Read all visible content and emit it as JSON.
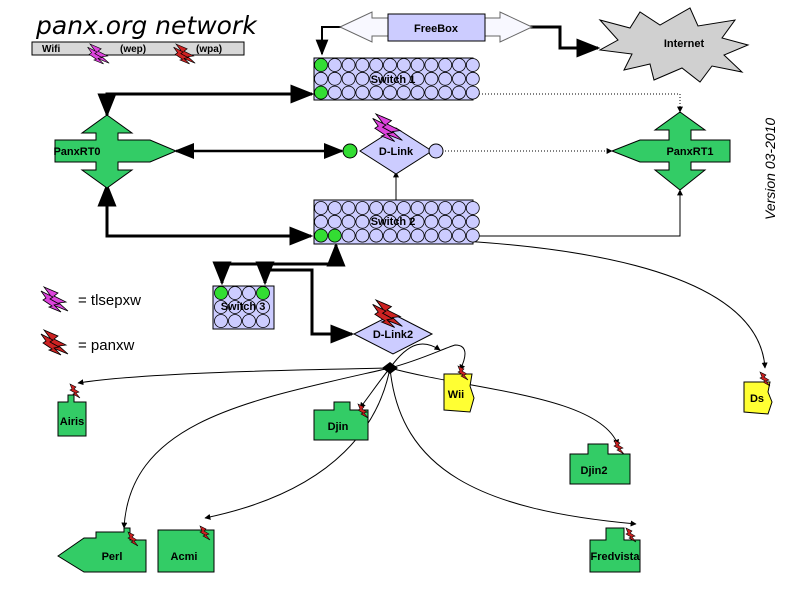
{
  "title": "panx.org network",
  "version": "Version 03-2010",
  "key": {
    "wifi": "Wifi",
    "wep": "(wep)",
    "wpa": "(wpa)"
  },
  "legend": {
    "tlsepxw": "= tlsepxw",
    "panxw": "= panxw"
  },
  "nodes": {
    "freebox": "FreeBox",
    "internet": "Internet",
    "switch1": "Switch 1",
    "switch2": "Switch 2",
    "switch3": "Switch 3",
    "panxrt0": "PanxRT0",
    "panxrt1": "PanxRT1",
    "dlink": "D-Link",
    "dlink2": "D-Link2",
    "airis": "Airis",
    "djin": "Djin",
    "wii": "Wii",
    "ds": "Ds",
    "djin2": "Djin2",
    "perl": "Perl",
    "acmi": "Acmi",
    "fredvista": "Fredvista"
  },
  "colors": {
    "router": "#33cc66",
    "switch": "#ccccff",
    "port_active": "#33dd33",
    "console": "#ffff33",
    "wep": "#dd44dd",
    "wpa": "#cc2222",
    "internet": "#d0d0d0"
  }
}
